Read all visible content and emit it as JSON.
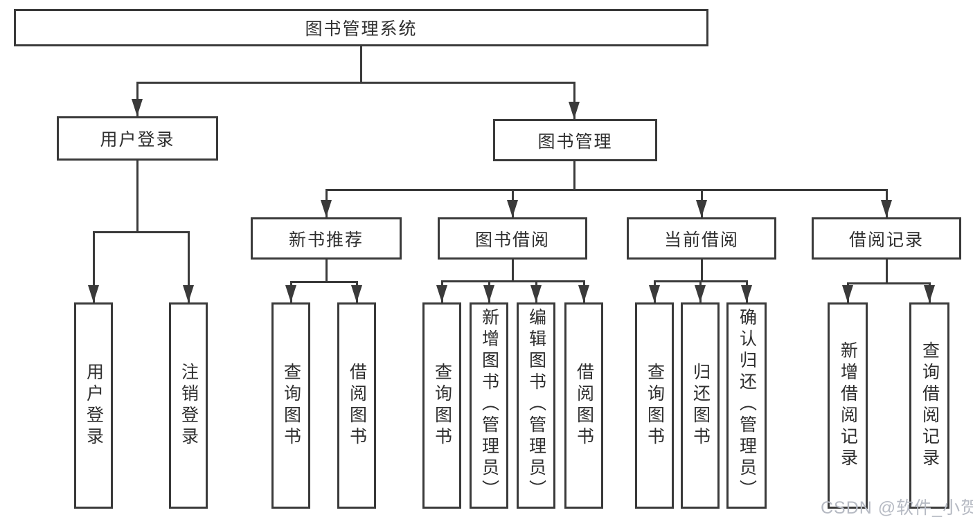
{
  "title": "图书管理系统",
  "level1": [
    {
      "label": "用户登录"
    },
    {
      "label": "图书管理"
    }
  ],
  "level2": [
    {
      "label": "新书推荐",
      "parent": "图书管理"
    },
    {
      "label": "图书借阅",
      "parent": "图书管理"
    },
    {
      "label": "当前借阅",
      "parent": "图书管理"
    },
    {
      "label": "借阅记录",
      "parent": "图书管理"
    }
  ],
  "leaves": [
    {
      "label": "用户登录",
      "parent": "用户登录"
    },
    {
      "label": "注销登录",
      "parent": "用户登录"
    },
    {
      "label": "查询图书",
      "parent": "新书推荐"
    },
    {
      "label": "借阅图书",
      "parent": "新书推荐"
    },
    {
      "label": "查询图书",
      "parent": "图书借阅"
    },
    {
      "label": "新增图书（管理员）",
      "parent": "图书借阅"
    },
    {
      "label": "编辑图书（管理员）",
      "parent": "图书借阅"
    },
    {
      "label": "借阅图书",
      "parent": "图书借阅"
    },
    {
      "label": "查询图书",
      "parent": "当前借阅"
    },
    {
      "label": "归还图书",
      "parent": "当前借阅"
    },
    {
      "label": "确认归还（管理员）",
      "parent": "当前借阅"
    },
    {
      "label": "新增借阅记录",
      "parent": "借阅记录"
    },
    {
      "label": "查询借阅记录",
      "parent": "借阅记录"
    }
  ],
  "watermark": "CSDN @软件_小贺同学",
  "colors": {
    "line": "#3a3a3a",
    "text": "#2e2e2e",
    "box_fill": "#ffffff",
    "watermark": "#b6bac3"
  }
}
